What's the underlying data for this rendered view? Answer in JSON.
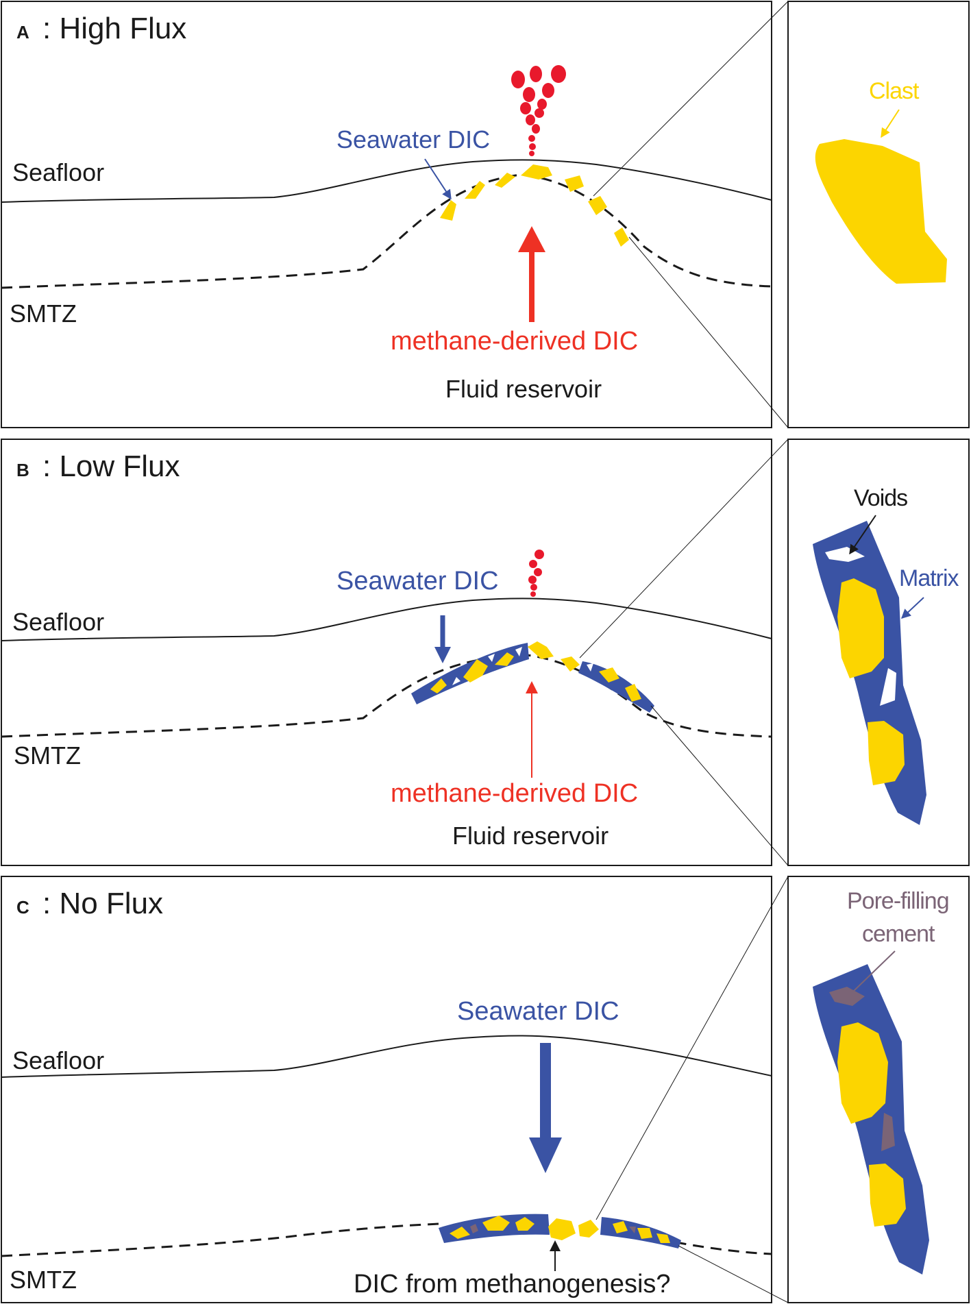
{
  "colors": {
    "outline": "#1a1a1a",
    "clast": "#fcd500",
    "matrix": "#3a53a4",
    "methane": "#ee3124",
    "bubble": "#e8192c",
    "cement": "#7b6476",
    "void": "#ffffff"
  },
  "panels": [
    {
      "letter": "A",
      "title": ": High Flux",
      "seafloor": "Seafloor",
      "smtz": "SMTZ",
      "seawater": "Seawater DIC",
      "methane": "methane-derived DIC",
      "reservoir": "Fluid reservoir"
    },
    {
      "letter": "B",
      "title": ": Low Flux",
      "seafloor": "Seafloor",
      "smtz": "SMTZ",
      "seawater": "Seawater DIC",
      "methane": "methane-derived DIC",
      "reservoir": "Fluid reservoir"
    },
    {
      "letter": "C",
      "title": ": No Flux",
      "seafloor": "Seafloor",
      "smtz": "SMTZ",
      "seawater": "Seawater DIC",
      "methanogenesis": "DIC from methanogenesis?"
    }
  ],
  "insets": {
    "clast": "Clast",
    "voids": "Voids",
    "matrix": "Matrix",
    "cement_line1": "Pore-filling",
    "cement_line2": "cement"
  }
}
